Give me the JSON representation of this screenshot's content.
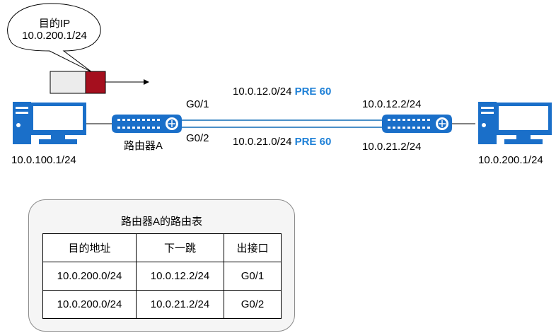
{
  "callout": {
    "line1": "目的IP",
    "line2": "10.0.200.1/24"
  },
  "left_pc": {
    "ip": "10.0.100.1/24"
  },
  "right_pc": {
    "ip": "10.0.200.1/24"
  },
  "router_a": {
    "name": "路由器A",
    "if_top": "G0/1",
    "if_bottom": "G0/2"
  },
  "router_b": {
    "ip_top": "10.0.12.2/24",
    "ip_bottom": "10.0.21.2/24"
  },
  "links": {
    "top": {
      "network": "10.0.12.0/24",
      "pre": "PRE 60"
    },
    "bottom": {
      "network": "10.0.21.0/24",
      "pre": "PRE 60"
    }
  },
  "route_table": {
    "title": "路由器A的路由表",
    "headers": [
      "目的地址",
      "下一跳",
      "出接口"
    ],
    "rows": [
      [
        "10.0.200.0/24",
        "10.0.12.2/24",
        "G0/1"
      ],
      [
        "10.0.200.0/24",
        "10.0.21.2/24",
        "G0/2"
      ]
    ]
  },
  "colors": {
    "device_blue": "#1a6fc9",
    "link_blue": "#4a90c8",
    "pre_text": "#1c7fd6",
    "packet_red": "#a50f1e"
  }
}
